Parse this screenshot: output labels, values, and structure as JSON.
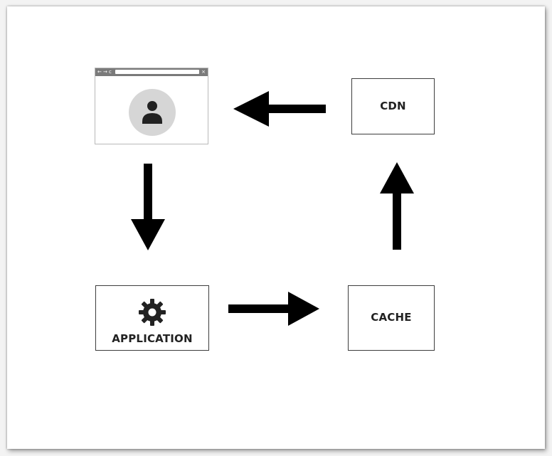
{
  "diagram": {
    "nodes": {
      "browser": {
        "icon": "user-icon",
        "controls": [
          "back-icon",
          "forward-icon",
          "reload-icon",
          "close-icon"
        ]
      },
      "cdn": {
        "label": "CDN"
      },
      "cache": {
        "label": "CACHE"
      },
      "application": {
        "label": "APPLICATION",
        "icon": "gear-icon"
      }
    },
    "edges": [
      {
        "from": "cdn",
        "to": "browser"
      },
      {
        "from": "browser",
        "to": "application"
      },
      {
        "from": "application",
        "to": "cache"
      },
      {
        "from": "cache",
        "to": "cdn"
      }
    ],
    "colors": {
      "arrow": "#000000",
      "node_border": "#3d3d3d",
      "avatar_bg": "#d6d6d6",
      "browser_bar": "#7a7a7a",
      "icon": "#222222"
    }
  }
}
